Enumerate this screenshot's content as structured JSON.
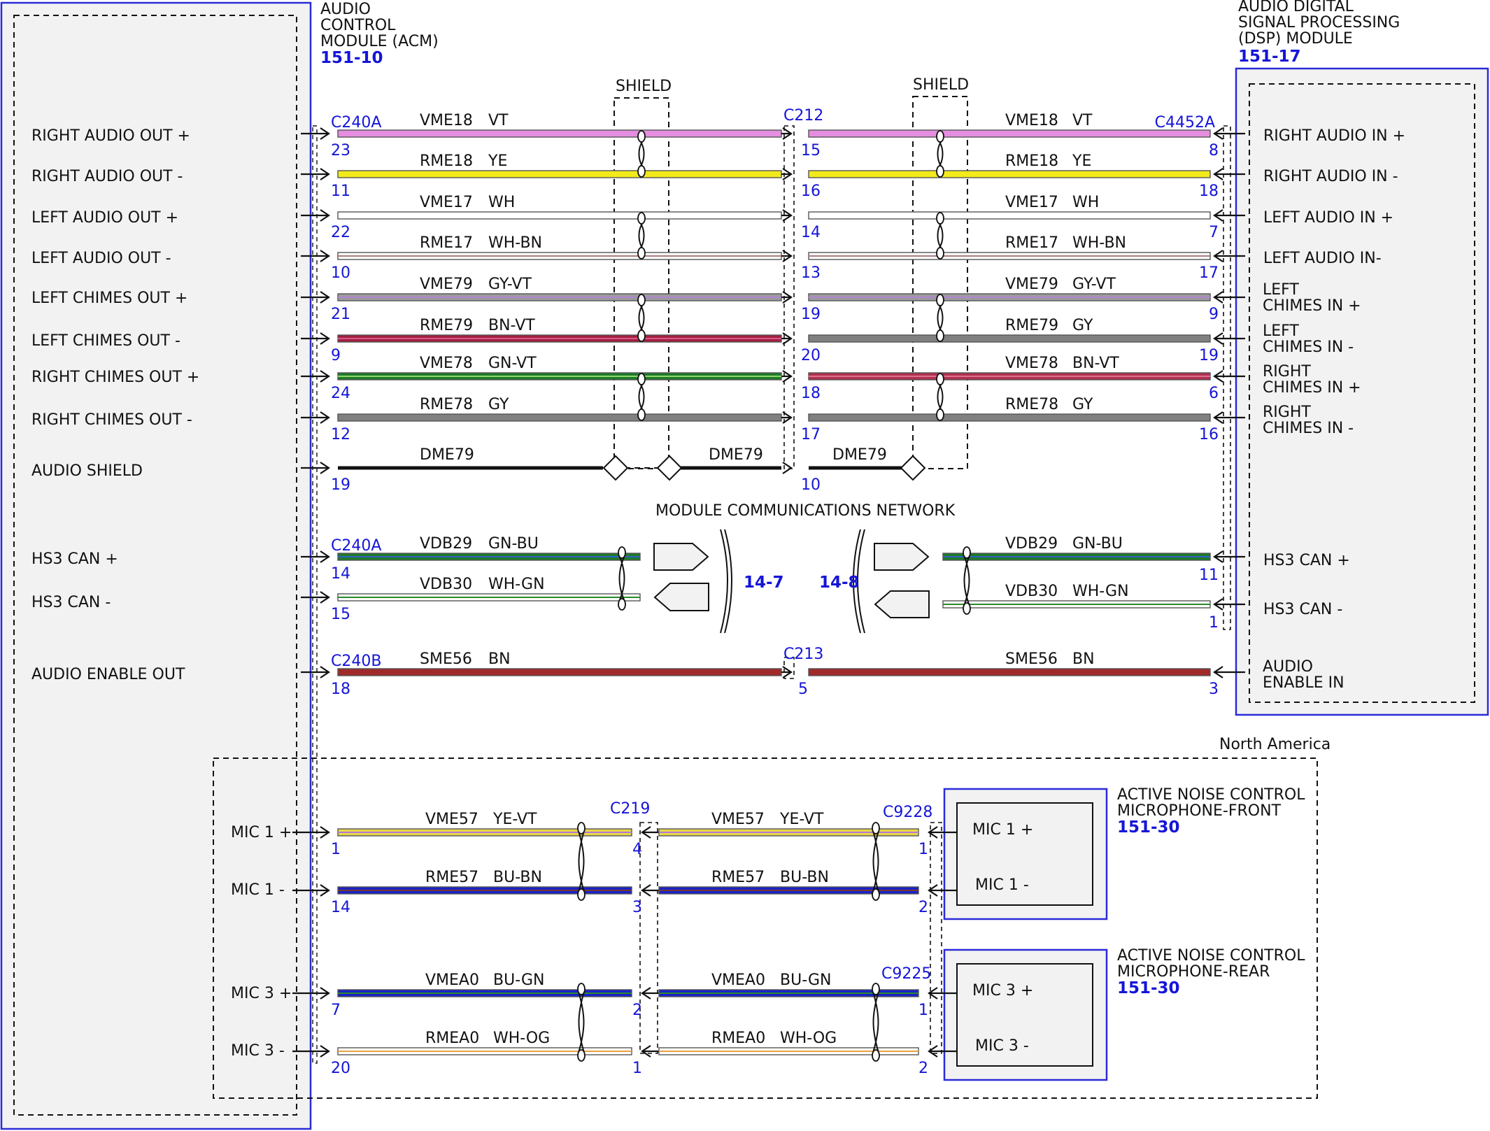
{
  "acm": {
    "title": [
      "AUDIO",
      "CONTROL",
      "MODULE (ACM)"
    ],
    "ref": "151-10",
    "pins": [
      "RIGHT AUDIO OUT +",
      "RIGHT AUDIO OUT -",
      "LEFT AUDIO OUT +",
      "LEFT AUDIO OUT -",
      "LEFT CHIMES OUT +",
      "LEFT CHIMES OUT -",
      "RIGHT CHIMES OUT +",
      "RIGHT CHIMES OUT -",
      "AUDIO SHIELD",
      "HS3 CAN +",
      "HS3 CAN -",
      "AUDIO ENABLE OUT"
    ],
    "mic_pins": [
      "MIC 1 +",
      "MIC 1 -",
      "MIC 3 +",
      "MIC 3 -"
    ]
  },
  "dsp": {
    "title": [
      "AUDIO DIGITAL",
      "SIGNAL PROCESSING",
      "(DSP) MODULE"
    ],
    "ref": "151-17",
    "pins": [
      [
        "RIGHT AUDIO IN +"
      ],
      [
        "RIGHT AUDIO IN -"
      ],
      [
        "LEFT AUDIO IN +"
      ],
      [
        "LEFT AUDIO IN-"
      ],
      [
        "LEFT",
        "CHIMES IN +"
      ],
      [
        "LEFT",
        "CHIMES IN -"
      ],
      [
        "RIGHT",
        "CHIMES IN +"
      ],
      [
        "RIGHT",
        "CHIMES IN -"
      ],
      [
        "HS3 CAN +"
      ],
      [
        "HS3 CAN -"
      ],
      [
        "AUDIO",
        "ENABLE IN"
      ]
    ]
  },
  "connectors": {
    "acm_a": "C240A",
    "acm_a_can": "C240A",
    "acm_b": "C240B",
    "inline_audio": "C212",
    "inline_enable": "C213",
    "dsp": "C4452A",
    "mic_inline": "C219",
    "mic_front": "C9228",
    "mic_rear": "C9225"
  },
  "shield_label": "SHIELD",
  "network": {
    "title": "MODULE COMMUNICATIONS NETWORK",
    "left_ref": "14-7",
    "right_ref": "14-8"
  },
  "region_note": "North America",
  "audio_circuits": [
    {
      "left": {
        "name": "VME18",
        "color": "VT",
        "pin": "23"
      },
      "mid_pin": "15",
      "right": {
        "name": "VME18",
        "color": "VT",
        "pin": "8"
      },
      "colors": [
        "#e58ee0",
        "#e58ee0"
      ]
    },
    {
      "left": {
        "name": "RME18",
        "color": "YE",
        "pin": "11"
      },
      "mid_pin": "16",
      "right": {
        "name": "RME18",
        "color": "YE",
        "pin": "18"
      },
      "colors": [
        "#f2ea1a",
        "#f2ea1a"
      ]
    },
    {
      "left": {
        "name": "VME17",
        "color": "WH",
        "pin": "22"
      },
      "mid_pin": "14",
      "right": {
        "name": "VME17",
        "color": "WH",
        "pin": "7"
      },
      "colors": [
        "#ffffff",
        "#ffffff"
      ]
    },
    {
      "left": {
        "name": "RME17",
        "color": "WH-BN",
        "pin": "10"
      },
      "mid_pin": "13",
      "right": {
        "name": "RME17",
        "color": "WH-BN",
        "pin": "17"
      },
      "colors": [
        "#ffffff",
        "#ffffff"
      ]
    },
    {
      "left": {
        "name": "VME79",
        "color": "GY-VT",
        "pin": "21"
      },
      "mid_pin": "19",
      "right": {
        "name": "VME79",
        "color": "GY-VT",
        "pin": "9"
      },
      "colors": [
        "#a98fbf",
        "#a98fbf"
      ]
    },
    {
      "left": {
        "name": "RME79",
        "color": "BN-VT",
        "pin": "9"
      },
      "mid_pin": "20",
      "right": {
        "name": "RME79",
        "color": "GY",
        "pin": "19"
      },
      "colors": [
        "#b4214a",
        "#808080"
      ]
    },
    {
      "left": {
        "name": "VME78",
        "color": "GN-VT",
        "pin": "24"
      },
      "mid_pin": "18",
      "right": {
        "name": "VME78",
        "color": "BN-VT",
        "pin": "6"
      },
      "colors": [
        "#1f8a2a",
        "#c23a5a"
      ]
    },
    {
      "left": {
        "name": "RME78",
        "color": "GY",
        "pin": "12"
      },
      "mid_pin": "17",
      "right": {
        "name": "RME78",
        "color": "GY",
        "pin": "16"
      },
      "colors": [
        "#808080",
        "#808080"
      ]
    }
  ],
  "drain": {
    "name": "DME79",
    "left_pin": "19",
    "mid_pin": "10"
  },
  "can_circuits": [
    {
      "name": "VDB29",
      "color": "GN-BU",
      "left_pin": "14",
      "right_pin": "11"
    },
    {
      "name": "VDB30",
      "color": "WH-GN",
      "left_pin": "15",
      "right_pin": "1"
    }
  ],
  "enable_circuit": {
    "name": "SME56",
    "color": "BN",
    "left_pin": "18",
    "mid_pin": "5",
    "right_pin": "3"
  },
  "mic_circuits": [
    {
      "name": "VME57",
      "color": "YE-VT",
      "acm_pin": "1",
      "inline_pin": "4",
      "mic_pin": "1",
      "hex": "#e8d84a"
    },
    {
      "name": "RME57",
      "color": "BU-BN",
      "acm_pin": "14",
      "inline_pin": "3",
      "mic_pin": "2",
      "hex": "#1a22c8"
    },
    {
      "name": "VMEA0",
      "color": "BU-GN",
      "acm_pin": "7",
      "inline_pin": "2",
      "mic_pin": "1",
      "hex": "#1a22c8"
    },
    {
      "name": "RMEA0",
      "color": "WH-OG",
      "acm_pin": "20",
      "inline_pin": "1",
      "mic_pin": "2",
      "hex": "#ffffff"
    }
  ],
  "mic_modules": [
    {
      "title": [
        "ACTIVE NOISE CONTROL",
        "MICROPHONE-FRONT"
      ],
      "ref": "151-30",
      "pins": [
        "MIC 1 +",
        "MIC 1 -"
      ]
    },
    {
      "title": [
        "ACTIVE NOISE CONTROL",
        "MICROPHONE-REAR"
      ],
      "ref": "151-30",
      "pins": [
        "MIC 3 +",
        "MIC 3 -"
      ]
    }
  ],
  "colors": {
    "module_border": "#2b2bd8",
    "module_fill": "#f2f2f2",
    "pin_number": "#1515d8",
    "wire_outline": "#555555"
  }
}
